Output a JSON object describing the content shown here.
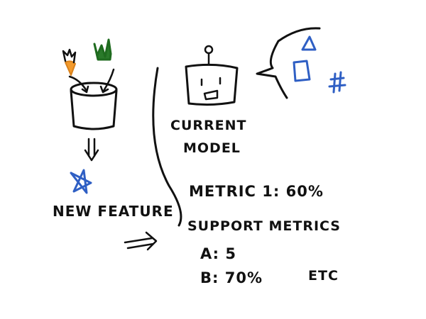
{
  "labels": {
    "current_model_line1": "CURRENT",
    "current_model_line2": "MODEL",
    "new_feature": "NEW FEATURE",
    "metric1": "METRIC 1:  60%",
    "support_metrics": "SUPPORT METRICS",
    "metric_a": "A:  5",
    "metric_b": "B:  70%",
    "etc": "ETC"
  },
  "colors": {
    "ink": "#111111",
    "blue": "#2f5fc4",
    "green": "#2a7a2a",
    "carrot": "#f39a2c"
  },
  "icons": [
    "carrot-icon",
    "broccoli-icon",
    "pot-icon",
    "star-icon",
    "robot-icon",
    "thought-bubble-icon",
    "triangle-icon",
    "square-icon",
    "hash-icon",
    "arrow-icon"
  ]
}
